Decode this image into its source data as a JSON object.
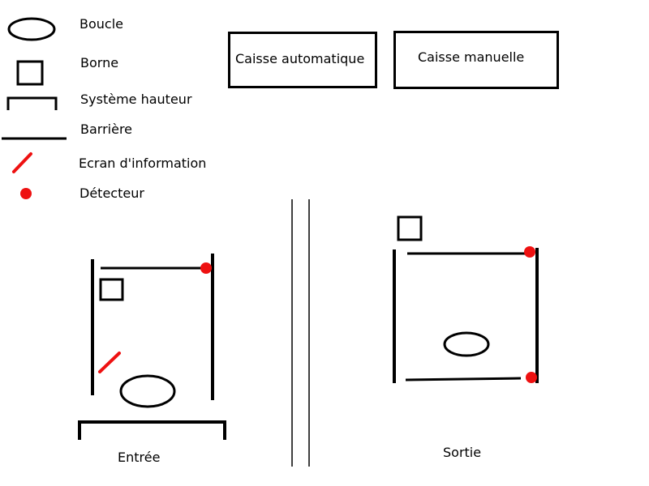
{
  "legend": {
    "loop": "Boucle",
    "terminal": "Borne",
    "height_system": "Système hauteur",
    "barrier": "Barrière",
    "info_screen": "Ecran d'information",
    "detector": "Détecteur"
  },
  "cashiers": {
    "automatic": "Caisse automatique",
    "manual": "Caisse manuelle"
  },
  "zones": {
    "entry": "Entrée",
    "exit": "Sortie"
  },
  "colors": {
    "stroke": "#000000",
    "detector": "#ee1111",
    "screen": "#ee1111"
  }
}
